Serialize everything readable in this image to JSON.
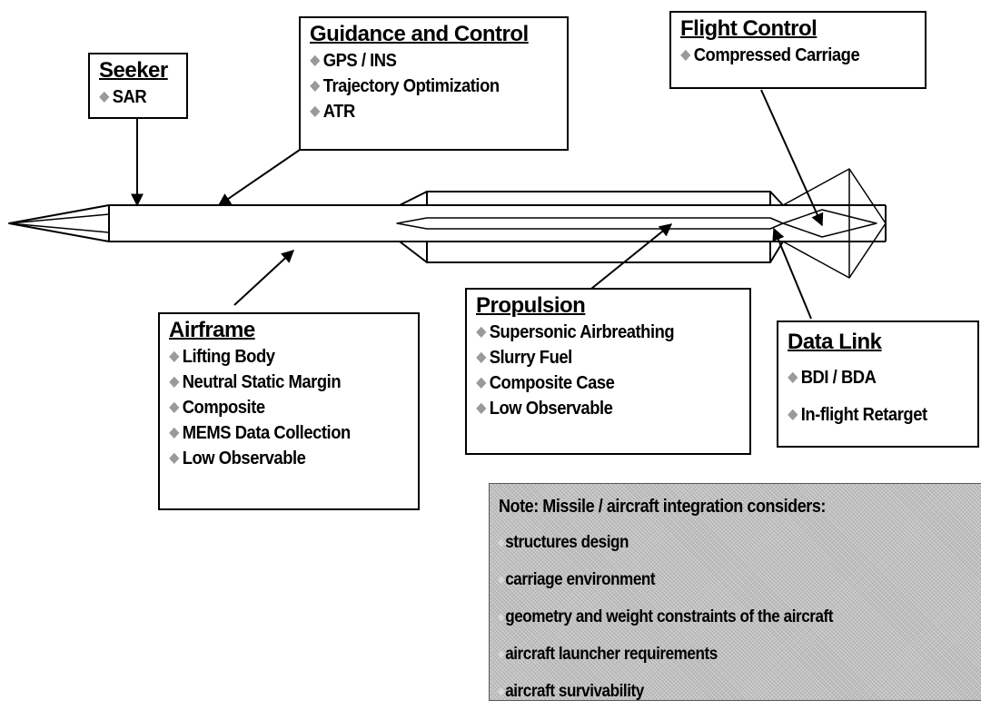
{
  "colors": {
    "line": "#000000",
    "box_fill": "#ffffff",
    "bullet": "#9a9a9a",
    "note_fill": "#bdbdbd"
  },
  "bullet_icon": "diamond-bullet-icon",
  "seeker": {
    "title": "Seeker",
    "items": [
      "SAR"
    ]
  },
  "guidance": {
    "title": "Guidance and Control",
    "items": [
      "GPS / INS",
      "Trajectory Optimization",
      "ATR"
    ]
  },
  "flight_control": {
    "title": "Flight Control",
    "items": [
      "Compressed Carriage"
    ]
  },
  "airframe": {
    "title": "Airframe",
    "items": [
      "Lifting Body",
      "Neutral Static Margin",
      "Composite",
      "MEMS Data Collection",
      "Low Observable"
    ]
  },
  "propulsion": {
    "title": "Propulsion",
    "items": [
      "Supersonic Airbreathing",
      "Slurry Fuel",
      "Composite Case",
      "Low Observable"
    ]
  },
  "data_link": {
    "title": "Data Link",
    "items": [
      "BDI / BDA",
      "In-flight Retarget"
    ]
  },
  "note": {
    "title": "Note: Missile / aircraft integration considers:",
    "items": [
      "structures design",
      "carriage environment",
      "geometry and weight constraints of the aircraft",
      "aircraft launcher requirements",
      "aircraft survivability"
    ]
  }
}
